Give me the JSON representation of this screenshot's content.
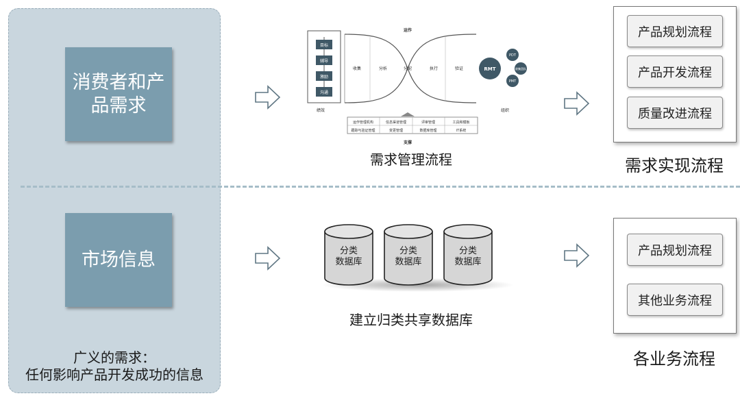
{
  "left": {
    "box_consumer_lines": [
      "消费者和产",
      "品需求"
    ],
    "box_market": "市场信息",
    "caption_line1": "广义的需求：",
    "caption_line2": "任何影响产品开发成功的信息"
  },
  "process": {
    "title_top": "运作",
    "title_bottom": "支撑",
    "left_items": [
      "目标",
      "辅导",
      "激励",
      "沟通"
    ],
    "left_caption": "绩效",
    "stages": [
      "收集",
      "分析",
      "分配",
      "执行",
      "验证"
    ],
    "right_center": "RMT",
    "right_nodes": [
      "PDT",
      "收集团队",
      "PMT"
    ],
    "right_caption": "组织",
    "support_row1": [
      "运作管理机构",
      "信息渠道管理",
      "评审管理",
      "工具和模板"
    ],
    "support_row2": [
      "跟踪与验证管理",
      "变更管理",
      "数据库管理",
      "IT系统"
    ],
    "caption": "需求管理流程"
  },
  "database": {
    "label_line1": "分类",
    "label_line2": "数据库",
    "caption": "建立归类共享数据库"
  },
  "requirement_impl": {
    "items": [
      "产品规划流程",
      "产品开发流程",
      "质量改进流程"
    ],
    "caption": "需求实现流程"
  },
  "business": {
    "items": [
      "产品规划流程",
      "其他业务流程"
    ],
    "caption": "各业务流程"
  }
}
